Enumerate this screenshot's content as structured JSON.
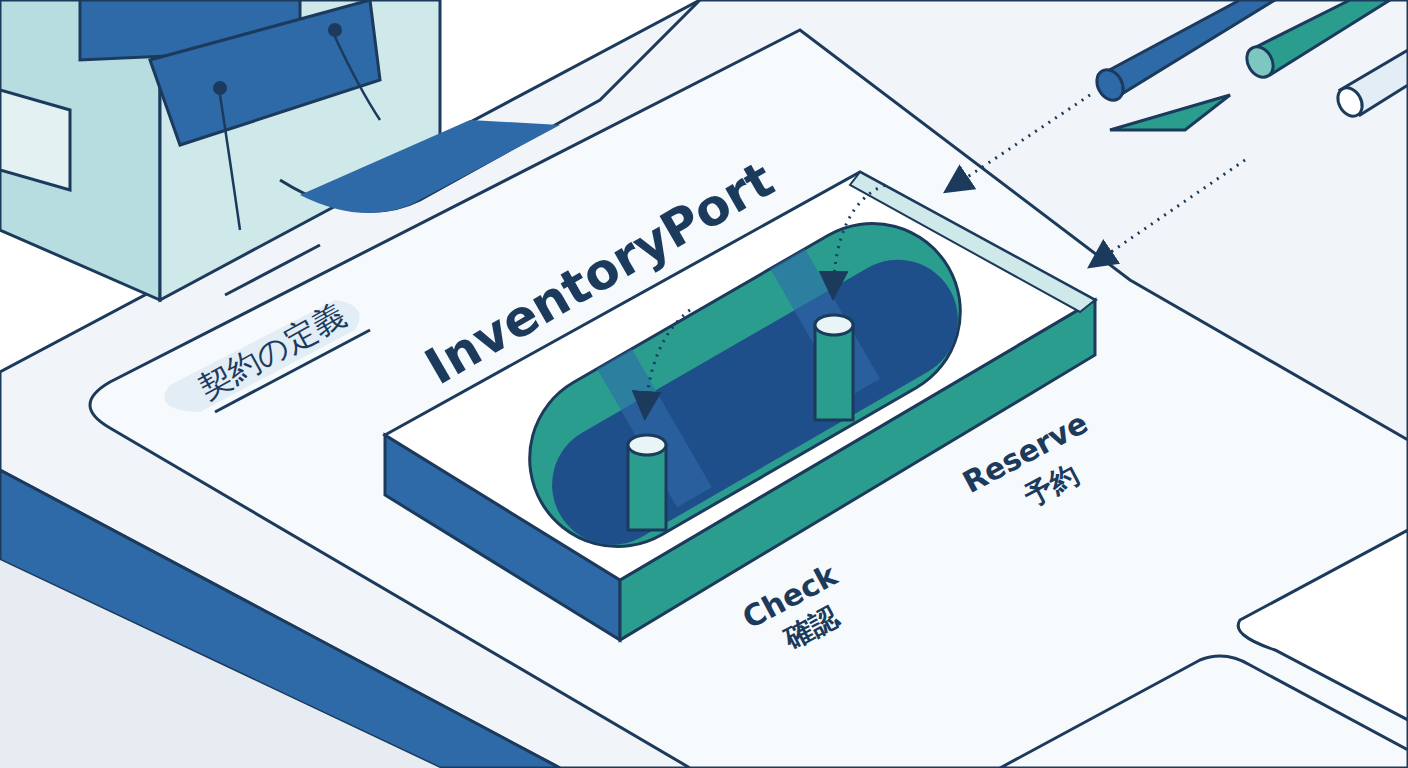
{
  "diagram": {
    "nodes": [
      {
        "text": [
          "InventoryPort"
        ]
      }
    ],
    "labels": [
      "契約の定義",
      "Reserve",
      "予約",
      "Check",
      "確認"
    ]
  }
}
